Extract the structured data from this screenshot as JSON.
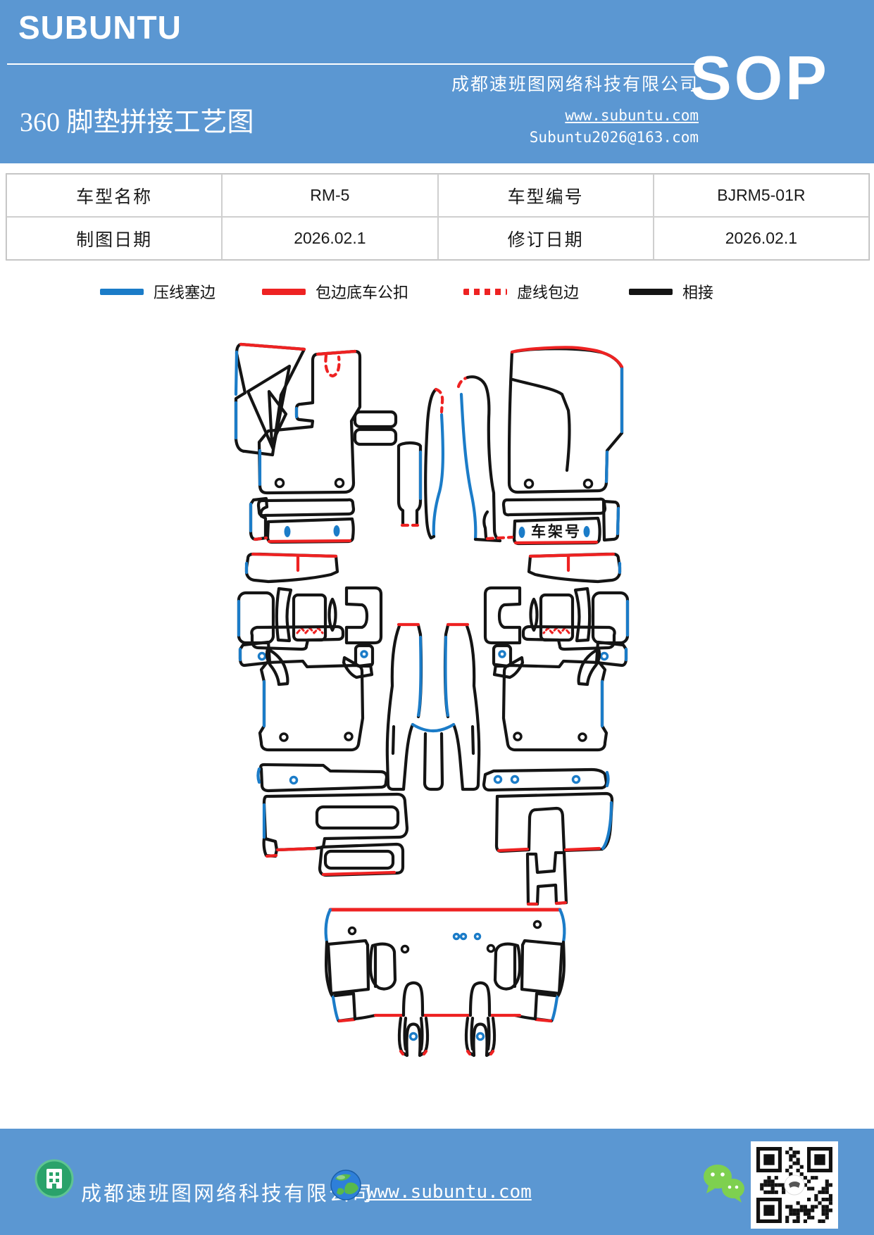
{
  "header": {
    "logo": "SUBUNTU",
    "title": "360 脚垫拼接工艺图",
    "company": "成都速班图网络科技有限公司",
    "website": "www.subuntu.com",
    "email": "Subuntu2026@163.com",
    "badge": "SOP"
  },
  "info_table": {
    "rows": [
      [
        "车型名称",
        "RM-5",
        "车型编号",
        "BJRM5-01R"
      ],
      [
        "制图日期",
        "2026.02.1",
        "修订日期",
        "2026.02.1"
      ]
    ]
  },
  "legend": {
    "items": [
      {
        "label": "压线塞边",
        "color": "#1b7cc8",
        "style": "solid"
      },
      {
        "label": "包边底车公扣",
        "color": "#ee2222",
        "style": "solid"
      },
      {
        "label": "虚线包边",
        "color": "#ee2222",
        "style": "dashed"
      },
      {
        "label": "相接",
        "color": "#141414",
        "style": "solid"
      }
    ]
  },
  "diagram": {
    "vin_label": "车架号",
    "line_colors": {
      "black": "#141414",
      "blue": "#1b7cc8",
      "red": "#ee2222"
    }
  },
  "footer": {
    "company": "成都速班图网络科技有限公司",
    "website": "www.subuntu.com"
  },
  "colors": {
    "header_blue": "#5b97d2"
  }
}
